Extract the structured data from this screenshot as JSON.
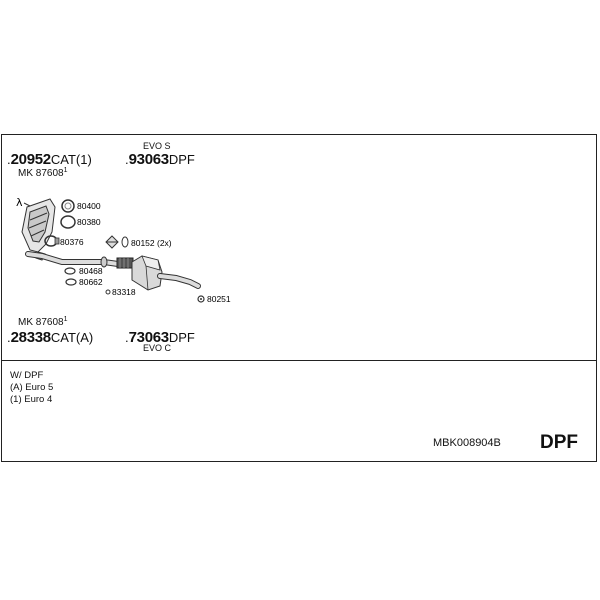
{
  "top_left_part": {
    "number": "20952",
    "suffix": "CAT(1)"
  },
  "top_left_mk": {
    "text": "MK  87608",
    "sup": "1"
  },
  "top_right_part": {
    "number": "93063",
    "suffix": "DPF",
    "label": "EVO S"
  },
  "bottom_left_mk": {
    "text": "MK  87608",
    "sup": "1"
  },
  "bottom_left_part": {
    "number": "28338",
    "suffix": "CAT(A)"
  },
  "bottom_right_part": {
    "number": "73063",
    "suffix": "DPF",
    "label": "EVO C"
  },
  "symbol_lambda": "λ",
  "component_labels": {
    "c80400": "80400",
    "c80380": "80380",
    "c80376": "80376",
    "c80152": "80152 (2x)",
    "c80468": "80468",
    "c80662": "80662",
    "c83318": "83318",
    "c80251": "80251"
  },
  "notes": [
    "W/ DPF",
    "(A) Euro 5",
    "(1) Euro 4"
  ],
  "kit_code": "MBK008904B",
  "kit_type": "DPF"
}
